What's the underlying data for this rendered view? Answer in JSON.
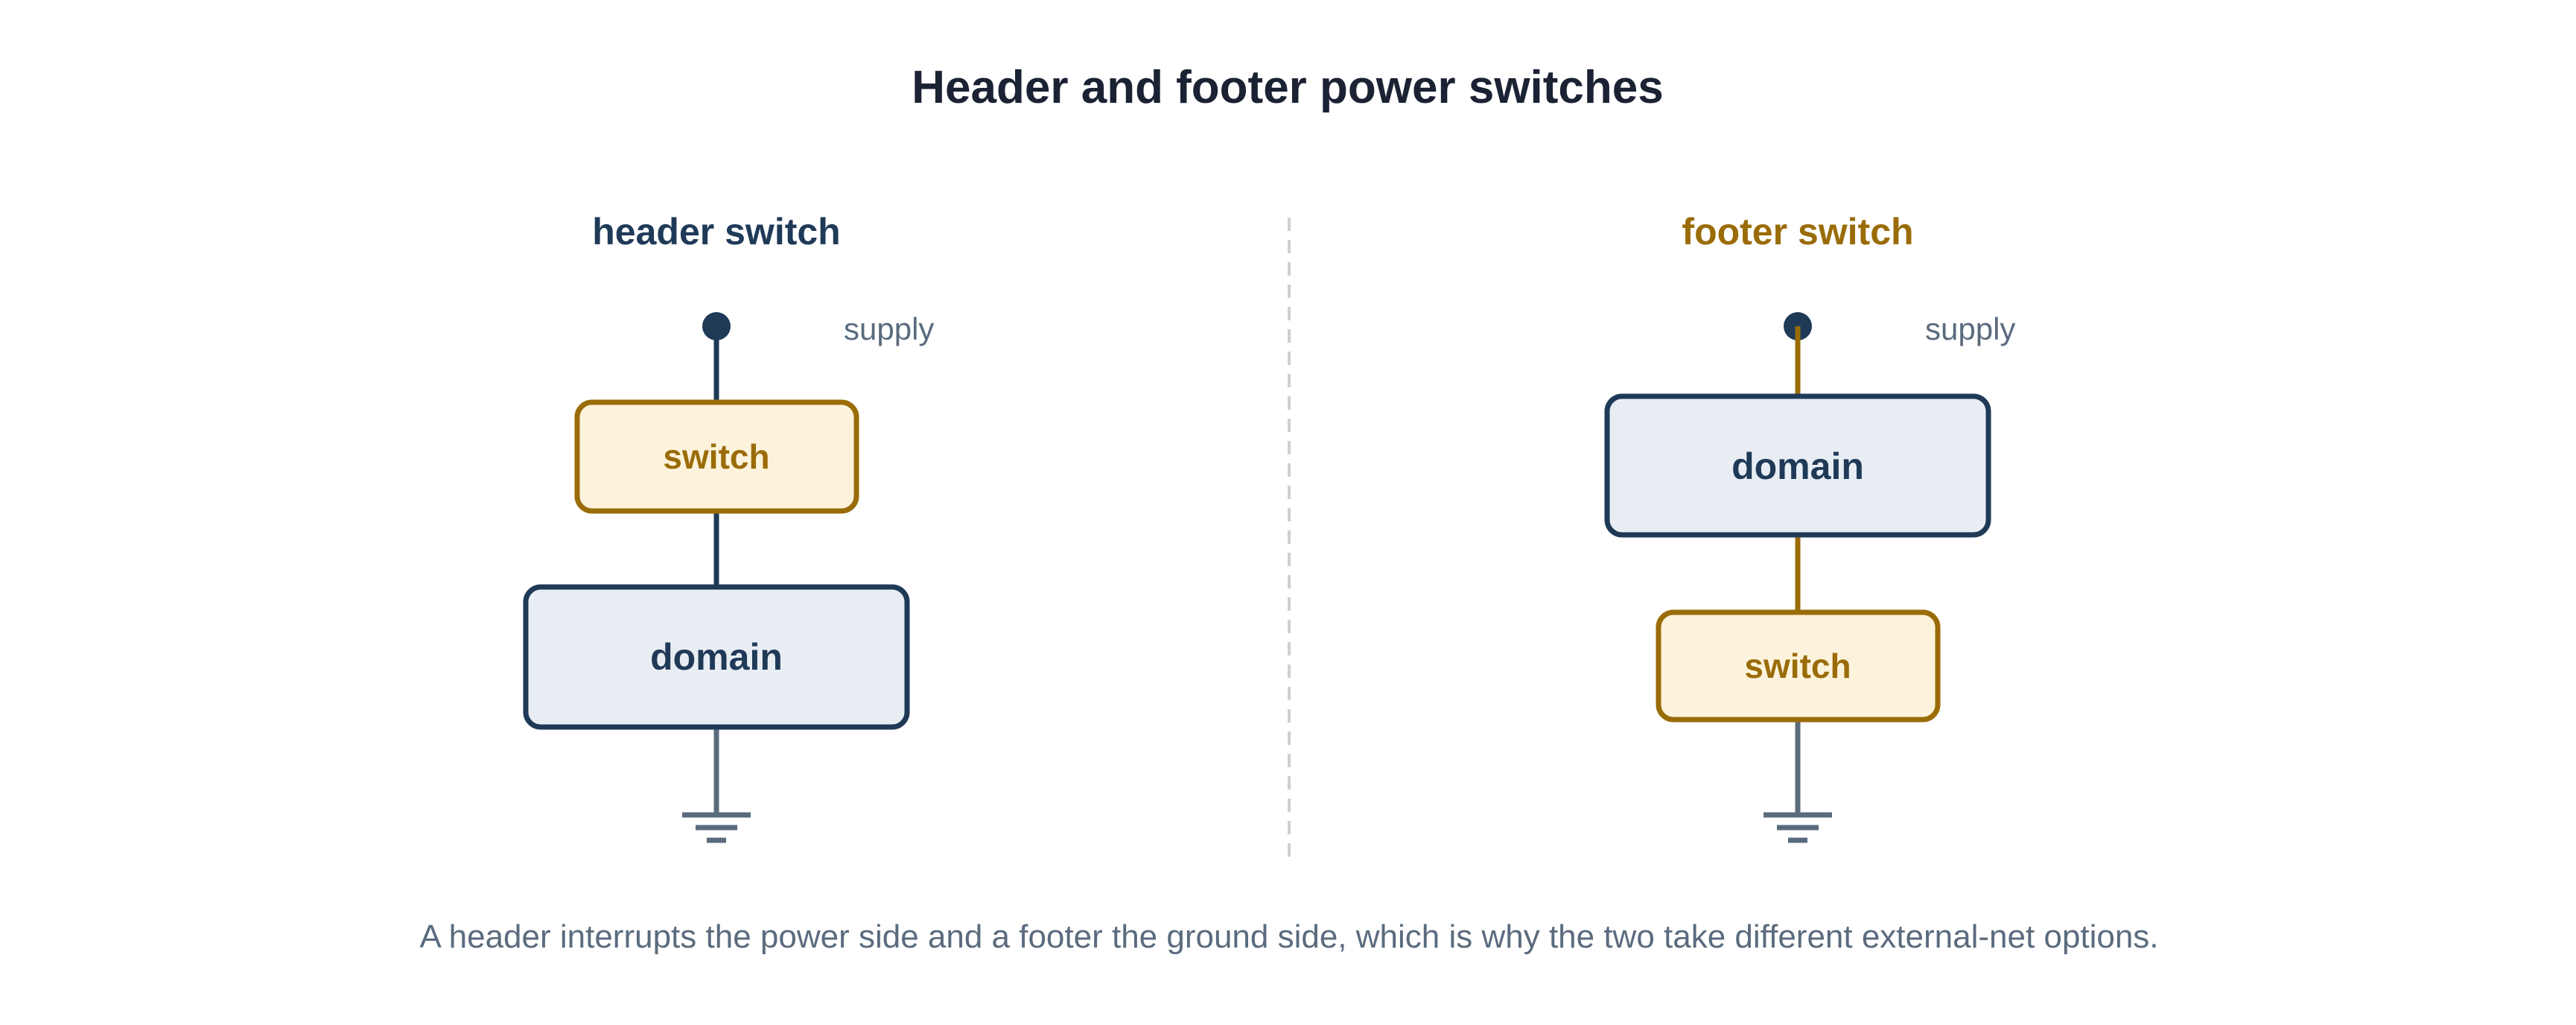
{
  "title": "Header and footer power switches",
  "colors": {
    "navy": "#1f3a57",
    "gold": "#9a6c08",
    "switch_fill": "#fdf3dc",
    "domain_fill": "#e8edf4",
    "ground": "#5b6b7e",
    "divider": "#cfcfcf"
  },
  "panels": {
    "header": {
      "title": "header switch",
      "supply_label": "supply",
      "switch_label": "switch",
      "domain_label": "domain"
    },
    "footer": {
      "title": "footer switch",
      "supply_label": "supply",
      "domain_label": "domain",
      "switch_label": "switch"
    }
  },
  "caption": "A header interrupts the power side and a footer the ground side, which is why the two take different external-net options."
}
